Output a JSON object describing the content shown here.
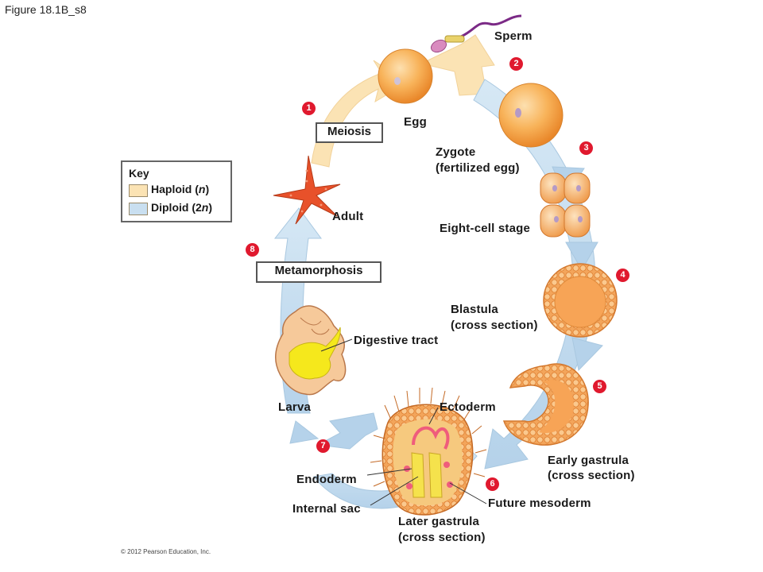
{
  "figure_title": "Figure 18.1B_s8",
  "copyright": "© 2012 Pearson Education, Inc.",
  "colors": {
    "haploid": "#fbe3b4",
    "diploid": "#c9dff0",
    "badge": "#e0192e",
    "egg": "#f6a440",
    "embryo": "#f4a35a",
    "starfish": "#e8512a",
    "larva_gut": "#f5e81c"
  },
  "key": {
    "title": "Key",
    "haploid_label": "Haploid",
    "haploid_symbol": "n",
    "diploid_label": "Diploid",
    "diploid_symbol": "2n"
  },
  "stages": {
    "sperm": "Sperm",
    "egg": "Egg",
    "zygote": "Zygote",
    "zygote_sub": "(fertilized egg)",
    "eight_cell": "Eight-cell stage",
    "blastula": "Blastula",
    "blastula_sub": "(cross section)",
    "early_gastrula": "Early gastrula",
    "early_gastrula_sub": "(cross section)",
    "later_gastrula": "Later gastrula",
    "later_gastrula_sub": "(cross section)",
    "larva": "Larva",
    "adult": "Adult",
    "meiosis": "Meiosis",
    "metamorphosis": "Metamorphosis"
  },
  "parts": {
    "ectoderm": "Ectoderm",
    "endoderm": "Endoderm",
    "internal_sac": "Internal sac",
    "future_mesoderm": "Future mesoderm",
    "digestive_tract": "Digestive tract"
  },
  "step_numbers": [
    "1",
    "2",
    "3",
    "4",
    "5",
    "6",
    "7",
    "8"
  ]
}
